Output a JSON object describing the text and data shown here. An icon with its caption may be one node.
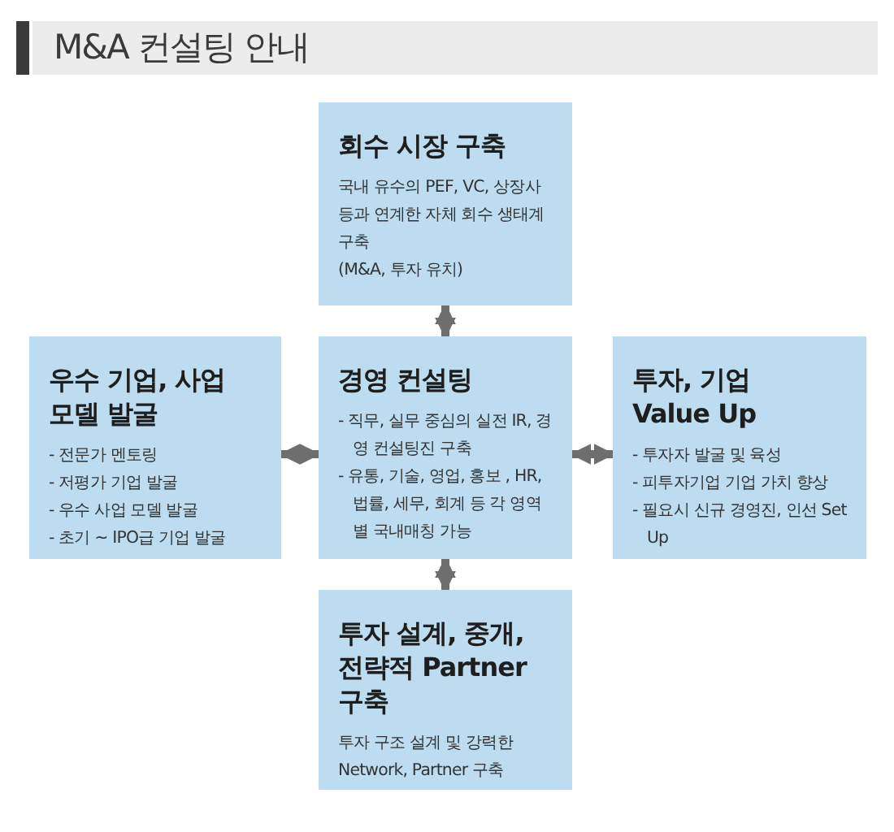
{
  "diagram": {
    "title": "M&A 컨설팅 안내",
    "nodes": [
      {
        "text": [
          "회수 시장 구축",
          "국내 유수의 PEF, VC, 상장사 등과 연계한 자체 회수 생태계 구축",
          "(M&A, 투자 유치)"
        ]
      },
      {
        "text": [
          "우수 기업, 사업 모델 발굴",
          "- 전문가 멘토링",
          "- 저평가 기업 발굴",
          "- 우수 사업 모델 발굴",
          "- 초기 ~ IPO급 기업 발굴"
        ]
      },
      {
        "text": [
          "경영 컨설팅",
          "- 직무, 실무 중심의 실전 IR, 경영 컨설팅진 구축",
          "- 유통, 기술, 영업, 홍보 , HR, 법률, 세무, 회계 등 각 영역별 국내매칭 가능"
        ]
      },
      {
        "text": [
          "투자, 기업 Value Up",
          "- 투자자 발굴 및 육성",
          "- 피투자기업 기업 가치 향상",
          "- 필요시 신규 경영진, 인선 Set Up"
        ]
      },
      {
        "text": [
          "투자 설계, 중개, 전략적 Partner 구축",
          "투자 구조 설계 및 강력한 Network, Partner 구축"
        ]
      }
    ],
    "edges": [
      {
        "from": 2,
        "to": 0,
        "arrow": "both"
      },
      {
        "from": 1,
        "to": 2,
        "arrow": "both"
      },
      {
        "from": 2,
        "to": 3,
        "arrow": "both"
      },
      {
        "from": 2,
        "to": 4,
        "arrow": "both"
      }
    ]
  }
}
